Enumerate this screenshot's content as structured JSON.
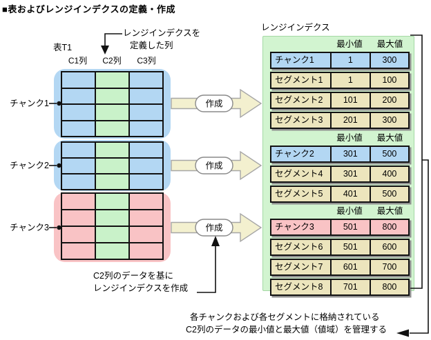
{
  "title": "■表およびレンジインデクスの定義・作成",
  "colors": {
    "chunk_blue": "#b3d7f3",
    "chunk_pink": "#f9c3c5",
    "index_column_green": "#c9f2c9",
    "panel_green": "#d2f4d0",
    "segment_beige": "#ece5bd",
    "create_arrow_beige": "#f3f0cf"
  },
  "source_table": {
    "label": "表T1",
    "column_headers": [
      "C1列",
      "C2列",
      "C3列"
    ],
    "chunks": [
      {
        "label": "チャンク1",
        "rows": 4,
        "fill": "#b3d7f3"
      },
      {
        "label": "チャンク2",
        "rows": 3,
        "fill": "#b3d7f3"
      },
      {
        "label": "チャンク3",
        "rows": 4,
        "fill": "#f9c3c5"
      }
    ]
  },
  "defined_column_note": {
    "line1": "レンジインデクスを",
    "line2": "定義した列"
  },
  "create_label": "作成",
  "range_index": {
    "label": "レンジインデクス",
    "min_header": "最小値",
    "max_header": "最大値",
    "tables": [
      {
        "rows": [
          {
            "name": "チャンク1",
            "min": "1",
            "max": "300",
            "kind": "chunk",
            "fill": "#b3d7f3"
          },
          {
            "name": "セグメント1",
            "min": "1",
            "max": "100",
            "kind": "segment",
            "fill": "#ece5bd"
          },
          {
            "name": "セグメント2",
            "min": "101",
            "max": "200",
            "kind": "segment",
            "fill": "#ece5bd"
          },
          {
            "name": "セグメント3",
            "min": "201",
            "max": "300",
            "kind": "segment",
            "fill": "#ece5bd"
          }
        ]
      },
      {
        "rows": [
          {
            "name": "チャンク2",
            "min": "301",
            "max": "500",
            "kind": "chunk",
            "fill": "#b3d7f3"
          },
          {
            "name": "セグメント4",
            "min": "301",
            "max": "400",
            "kind": "segment",
            "fill": "#ece5bd"
          },
          {
            "name": "セグメント5",
            "min": "401",
            "max": "500",
            "kind": "segment",
            "fill": "#ece5bd"
          }
        ]
      },
      {
        "rows": [
          {
            "name": "チャンク3",
            "min": "501",
            "max": "800",
            "kind": "chunk",
            "fill": "#f9c3c5"
          },
          {
            "name": "セグメント6",
            "min": "501",
            "max": "600",
            "kind": "segment",
            "fill": "#ece5bd"
          },
          {
            "name": "セグメント7",
            "min": "601",
            "max": "700",
            "kind": "segment",
            "fill": "#ece5bd"
          },
          {
            "name": "セグメント8",
            "min": "701",
            "max": "800",
            "kind": "segment",
            "fill": "#ece5bd"
          }
        ]
      }
    ]
  },
  "create_from_note": {
    "line1": "C2列のデータを基に",
    "line2": "レンジインデクスを作成"
  },
  "manage_note": {
    "line1": "各チャンクおよび各セグメントに格納されている",
    "line2": "C2列のデータの最小値と最大値（値域）を管理する"
  }
}
